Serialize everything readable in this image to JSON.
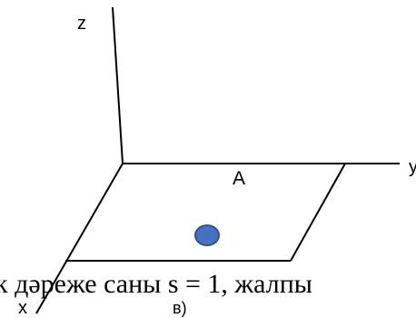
{
  "axes": {
    "z_label": "z",
    "y_label": "y",
    "x_label": "x"
  },
  "point": {
    "label": "A",
    "fill_color": "#4472C4",
    "stroke_color": "#2F528F"
  },
  "caption": "в)",
  "overlapping_text": "к дәреже саны s = 1, жалпы",
  "colors": {
    "lines": "#000000",
    "background": "#ffffff"
  }
}
